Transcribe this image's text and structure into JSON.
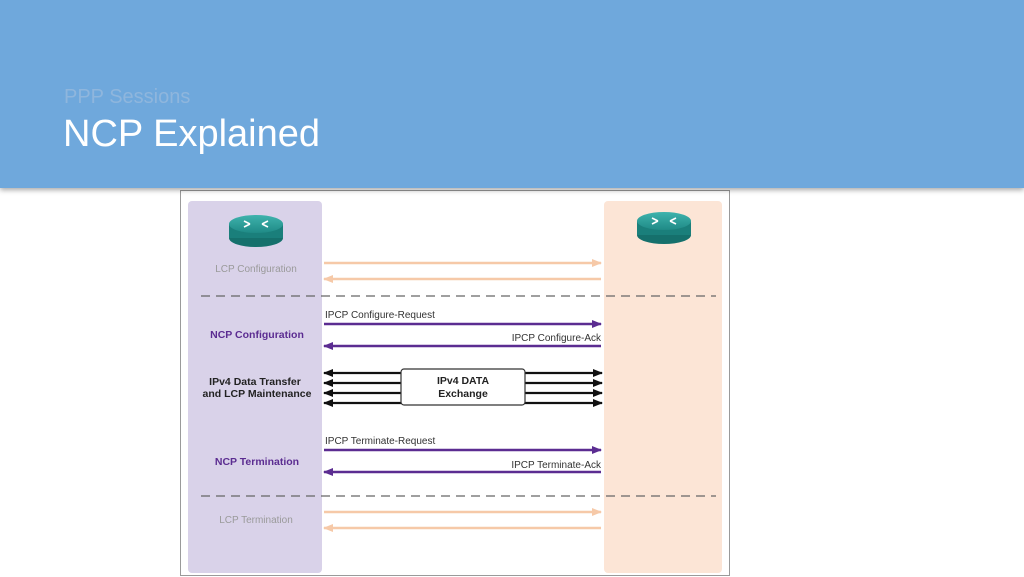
{
  "header": {
    "subtitle": "PPP Sessions",
    "title": "NCP Explained"
  },
  "diagram": {
    "phases": {
      "lcp_configuration": "LCP Configuration",
      "ncp_configuration": "NCP Configuration",
      "data_transfer_line1": "IPv4 Data Transfer",
      "data_transfer_line2": "and LCP Maintenance",
      "ncp_termination": "NCP Termination",
      "lcp_termination": "LCP Termination"
    },
    "messages": {
      "configure_request": "IPCP Configure-Request",
      "configure_ack": "IPCP Configure-Ack",
      "terminate_request": "IPCP Terminate-Request",
      "terminate_ack": "IPCP Terminate-Ack"
    },
    "exchange_box": {
      "line1": "IPv4 DATA",
      "line2": "Exchange"
    },
    "colors": {
      "header_bg": "#6fa8dc",
      "left_panel": "#d9d2e9",
      "right_panel": "#fce5d6",
      "ncp_purple": "#5b2c91",
      "lcp_peach": "#f6c9a8",
      "router_teal": "#1f8a86"
    },
    "icons": [
      "router-icon",
      "router-icon"
    ]
  }
}
